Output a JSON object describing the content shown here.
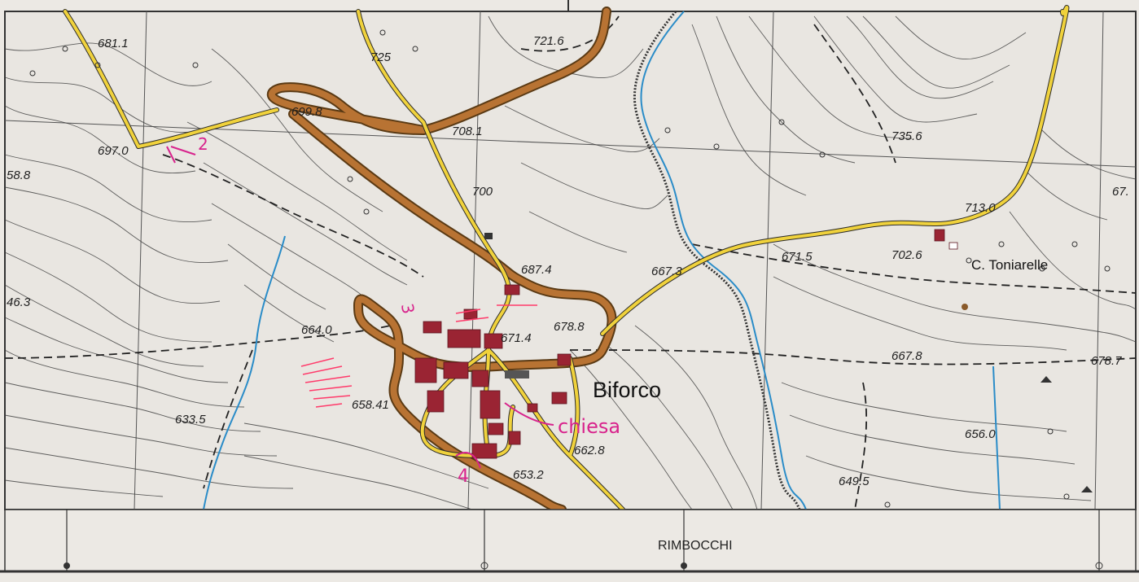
{
  "map": {
    "title": "Biforco",
    "places": {
      "biforco": "Biforco",
      "c_toniarelle": "C. Toniarelle",
      "rimbocchi": "RIMBOCCHI"
    },
    "elevations": [
      "681.1",
      "725",
      "721.6",
      "699.8",
      "708.1",
      "697.0",
      "58.8",
      "700",
      "735.6",
      "713.0",
      "67.",
      "702.6",
      "687.4",
      "667.3",
      "671.5",
      "46.3",
      "664.0",
      "671.4",
      "678.8",
      "667.8",
      "678.7",
      "658.41",
      "633.5",
      "656.0",
      "662.8",
      "653.2",
      "649.5"
    ],
    "annotations": {
      "chiesa": "chiesa",
      "mark_2": "2",
      "mark_3": "3",
      "mark_4": "4"
    },
    "colors": {
      "paper": "#ece9e4",
      "contour": "#3a3a3a",
      "main_road": "#b87333",
      "secondary_road": "#f0d23c",
      "river": "#2a8cc8",
      "building": "#9a2433",
      "pen": "#d8238c"
    }
  }
}
